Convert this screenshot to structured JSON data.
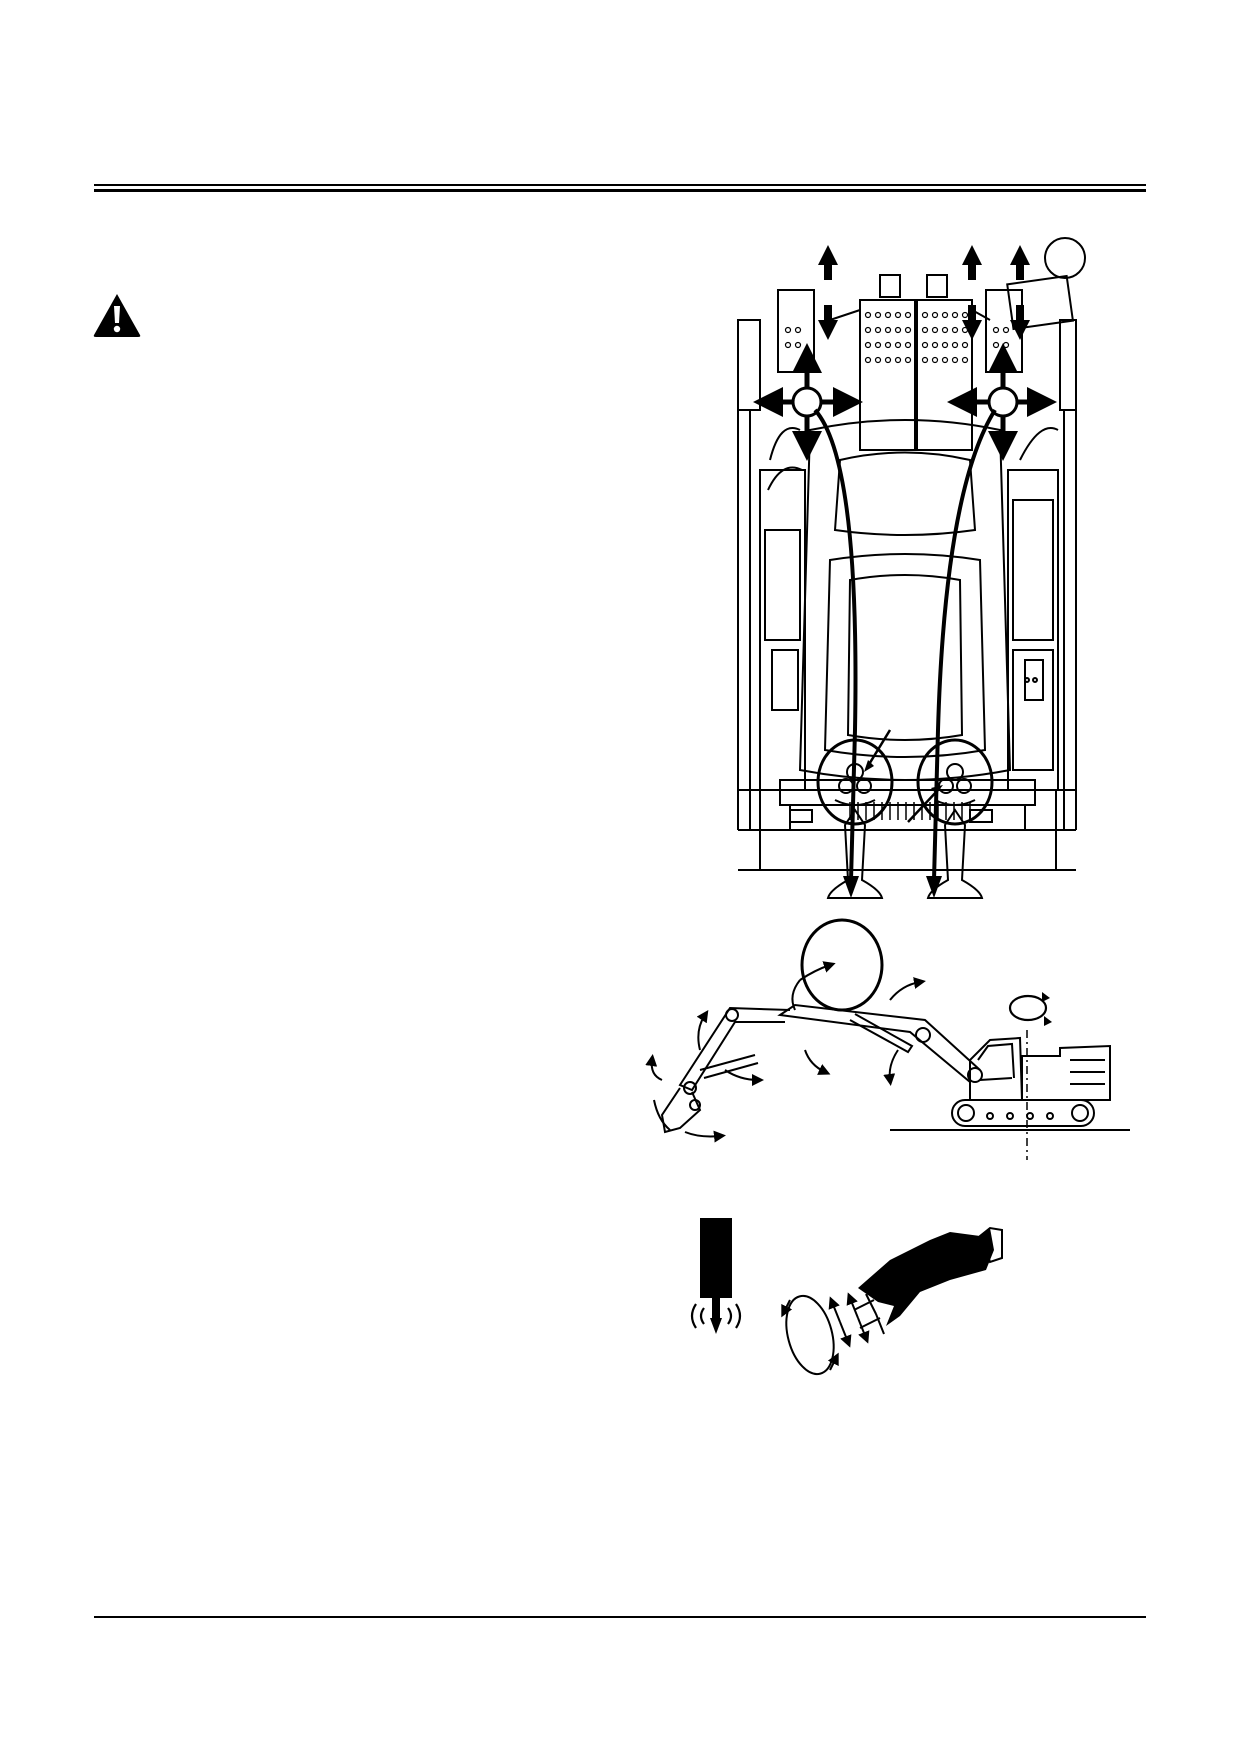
{
  "page": {
    "icons": [
      "warning-triangle-icon"
    ],
    "figures": [
      "cab-interior-pedals-joysticks",
      "excavator-movement-diagram",
      "attachment-operation-diagram"
    ],
    "colors": {
      "ink": "#000000",
      "paper": "#ffffff"
    }
  }
}
